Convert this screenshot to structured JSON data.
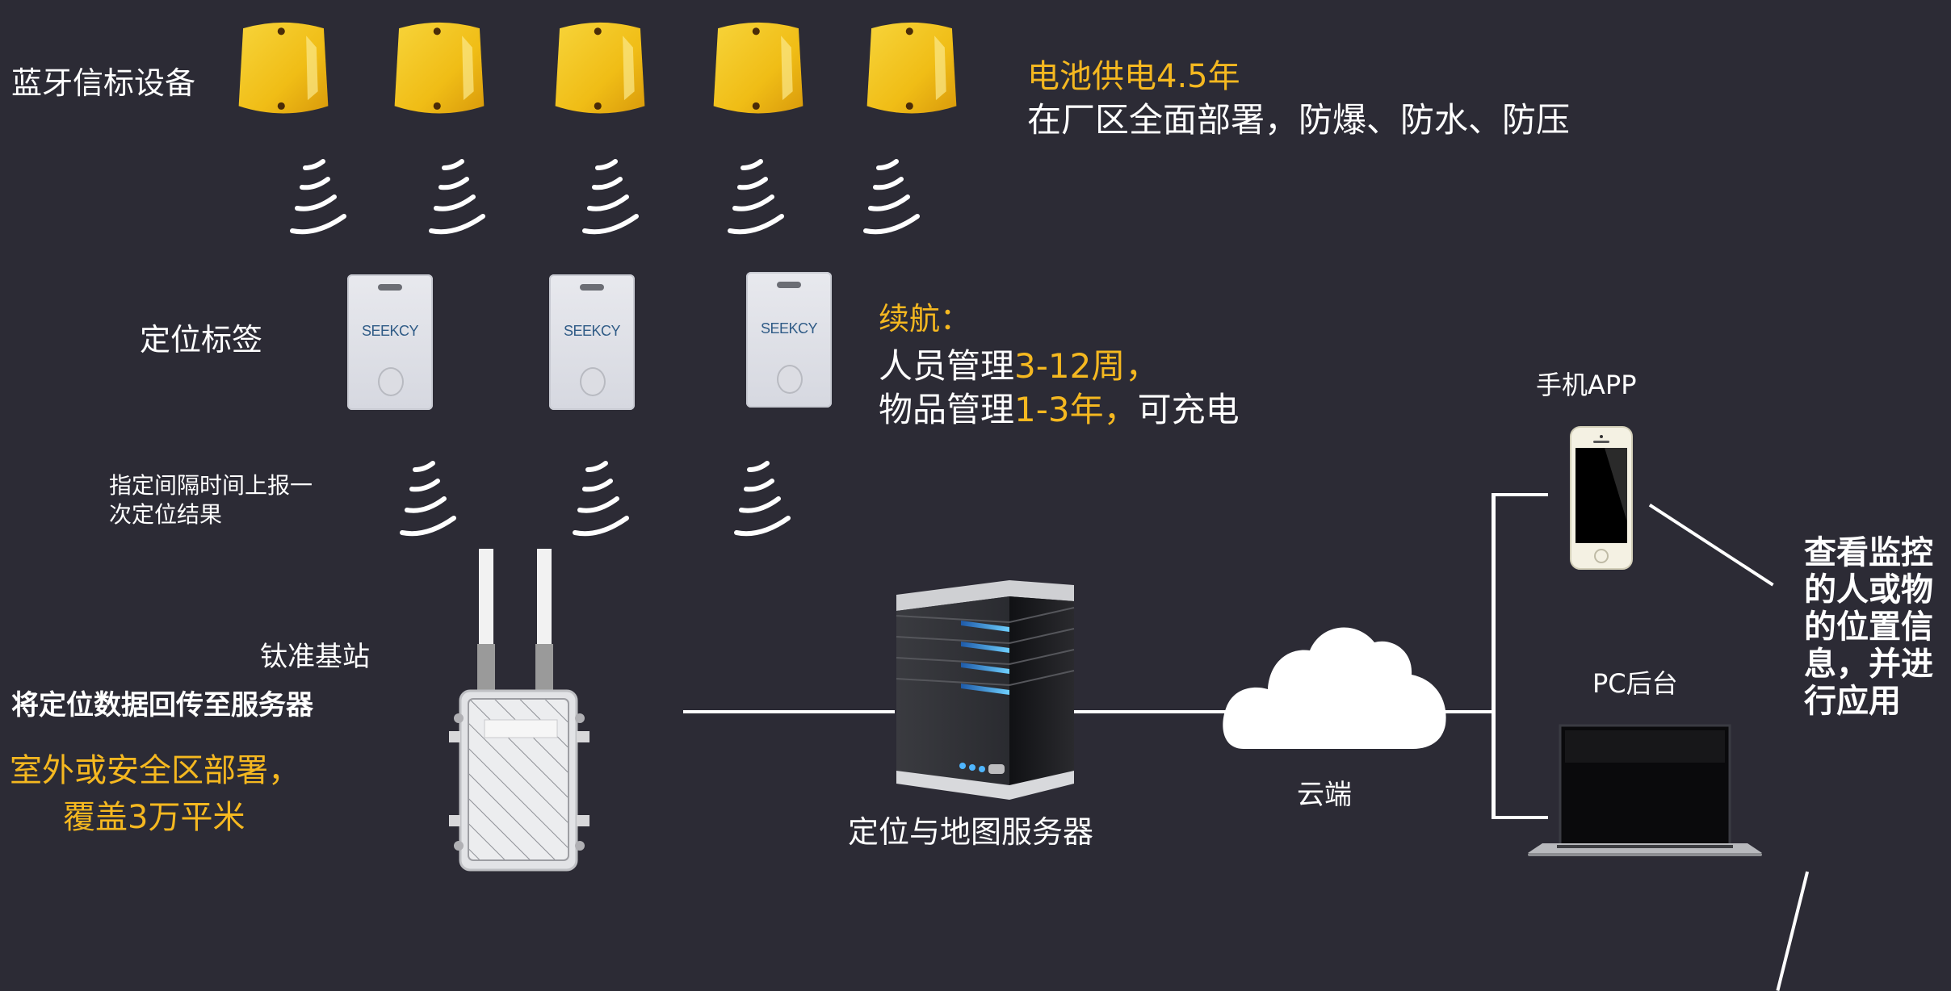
{
  "beacons": {
    "label": "蓝牙信标设备",
    "count": 5,
    "note_highlight": "电池供电4.5年",
    "note_detail": "在厂区全面部署，防爆、防水、防压"
  },
  "tags": {
    "label": "定位标签",
    "brand": "SEEKCY",
    "count": 3,
    "report_note_line1": "指定间隔时间上报一",
    "report_note_line2": "次定位结果",
    "battery_title": "续航：",
    "battery_line1_prefix": "人员管理",
    "battery_line1_value": "3-12周，",
    "battery_line2_prefix": "物品管理",
    "battery_line2_value": "1-3年，",
    "battery_line2_suffix": "可充电"
  },
  "base_station": {
    "label": "钛准基站",
    "function": "将定位数据回传至服务器",
    "deploy_line1": "室外或安全区部署，",
    "deploy_line2": "覆盖3万平米"
  },
  "server": {
    "label": "定位与地图服务器"
  },
  "cloud": {
    "label": "云端"
  },
  "clients": {
    "mobile_label": "手机APP",
    "pc_label": "PC后台",
    "usage_lines": [
      "查看监控",
      "的人或物",
      "的位置信",
      "息，并进",
      "行应用"
    ]
  },
  "colors": {
    "background": "#2c2b35",
    "highlight": "#f5b820",
    "text": "#ffffff",
    "beacon": "#f3c21c"
  }
}
